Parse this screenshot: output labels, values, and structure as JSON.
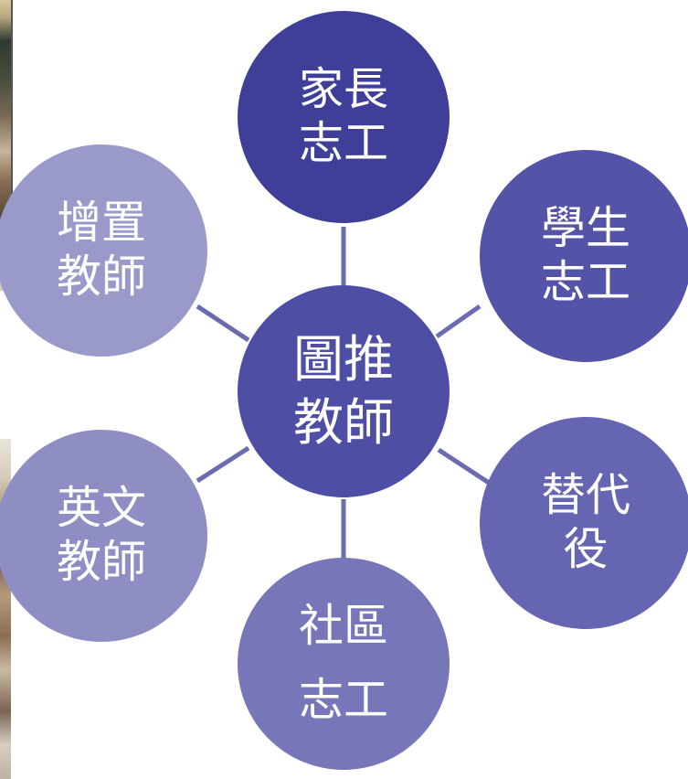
{
  "diagram": {
    "center": {
      "label": "圖推\n教師",
      "color": "#4e4fa4"
    },
    "nodes": [
      {
        "id": "parent-volunteer",
        "label": "家長\n志工",
        "color": "#3f3f9a"
      },
      {
        "id": "student-volunteer",
        "label": "學生\n志工",
        "color": "#5353a8"
      },
      {
        "id": "alternative-service",
        "label": "替代\n役",
        "color": "#6565b2"
      },
      {
        "id": "community-volunteer",
        "label": "社區\n志工",
        "color": "#7676b8"
      },
      {
        "id": "english-teacher",
        "label": "英文\n教師",
        "color": "#8e8ec4"
      },
      {
        "id": "additional-teacher",
        "label": "增置\n教師",
        "color": "#9a9aca"
      }
    ],
    "connector_color": "#6b6bb0"
  }
}
